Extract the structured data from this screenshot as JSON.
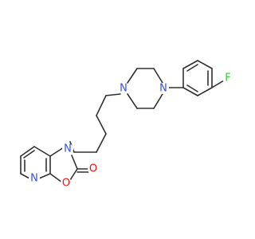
{
  "molecule": {
    "atoms": {
      "F": {
        "symbol": "F",
        "color": "#33cc33"
      },
      "N_piperazine_aryl": {
        "symbol": "N",
        "color": "#3050f8"
      },
      "N_piperazine_alkyl": {
        "symbol": "N",
        "color": "#3050f8"
      },
      "N_imide": {
        "symbol": "N",
        "color": "#3050f8"
      },
      "N_pyridine": {
        "symbol": "N",
        "color": "#3050f8"
      },
      "O_ring": {
        "symbol": "O",
        "color": "#ff0d0d"
      },
      "O_carbonyl": {
        "symbol": "O",
        "color": "#ff0d0d"
      }
    },
    "bond_color": "#303030",
    "background": "#ffffff"
  }
}
